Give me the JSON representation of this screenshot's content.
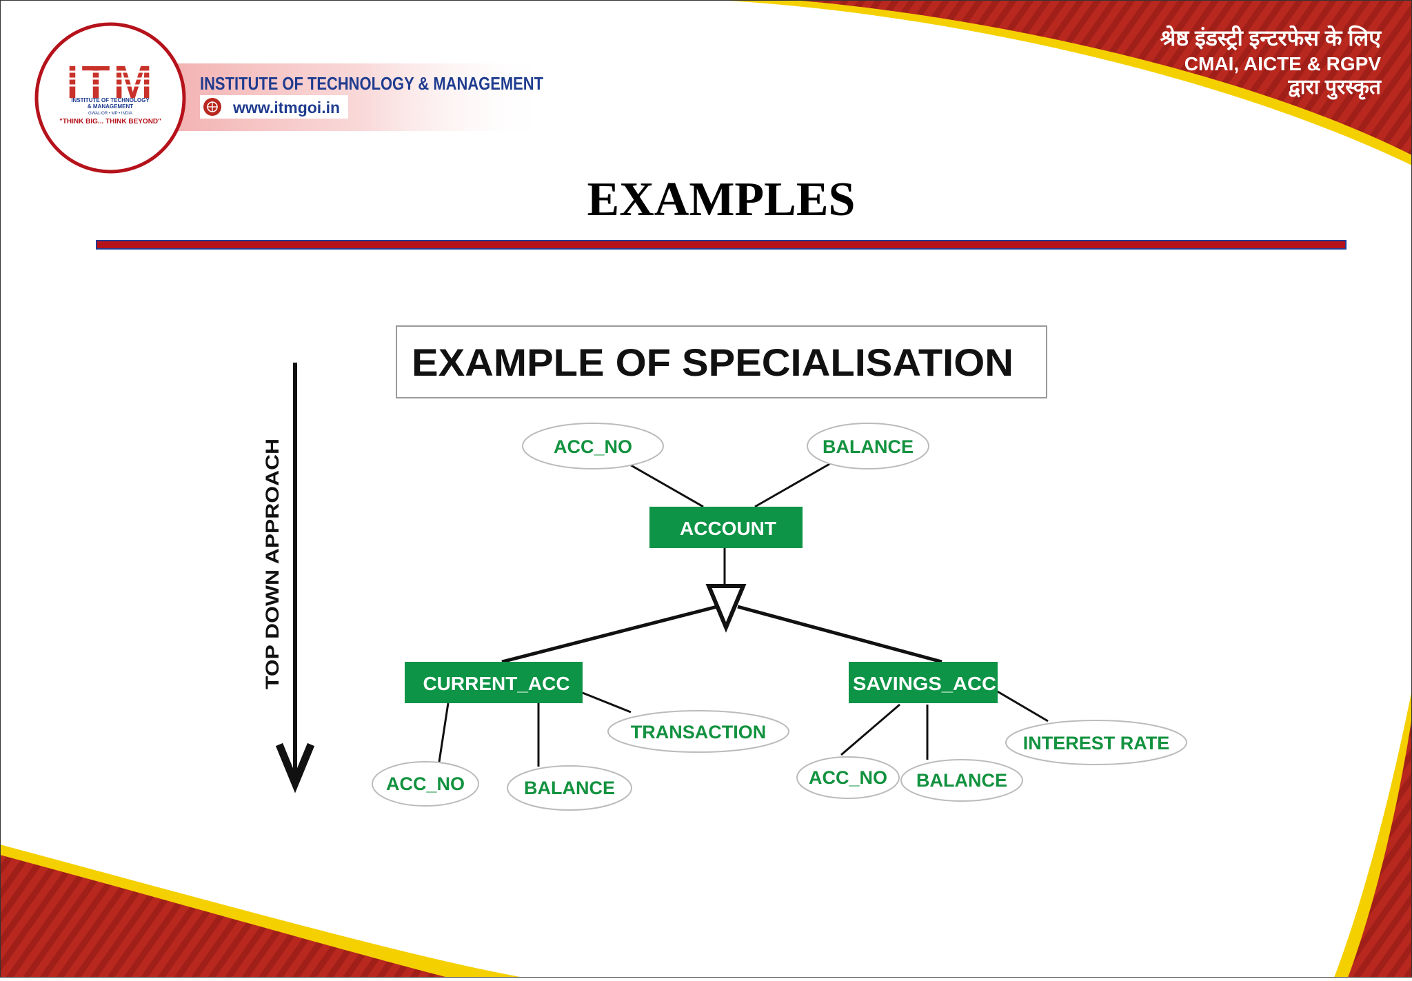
{
  "header": {
    "logo_letters": "ITM",
    "logo_small_1": "INSTITUTE OF TECHNOLOGY",
    "logo_small_2": "& MANAGEMENT",
    "logo_small_3": "GWALIOR • MP • INDIA",
    "logo_tagline": "\"THINK BIG... THINK BEYOND\"",
    "institute_name": "INSTITUTE OF TECHNOLOGY & MANAGEMENT",
    "website": "www.itmgoi.in",
    "award_line_1": "श्रेष्ठ इंडस्ट्री इन्टरफेस के लिए",
    "award_line_2": "CMAI, AICTE & RGPV",
    "award_line_3": "द्वारा पुरस्कृत"
  },
  "slide": {
    "title": "EXAMPLES"
  },
  "diagram": {
    "heading": "EXAMPLE OF SPECIALISATION",
    "approach_label": "TOP DOWN APPROACH",
    "parent_entity": "ACCOUNT",
    "parent_attributes": [
      "ACC_NO",
      "BALANCE"
    ],
    "child_entities": [
      {
        "name": "CURRENT_ACC",
        "attributes": [
          "ACC_NO",
          "BALANCE",
          "TRANSACTION"
        ]
      },
      {
        "name": "SAVINGS_ACC",
        "attributes": [
          "ACC_NO",
          "BALANCE",
          "INTEREST RATE"
        ]
      }
    ],
    "colors": {
      "entity_fill": "#0d9446",
      "attribute_text": "#12923f",
      "rule_red": "#b5121b",
      "rule_blue": "#233d93",
      "banner_red": "#b8281f",
      "banner_yellow": "#f5d000"
    }
  }
}
